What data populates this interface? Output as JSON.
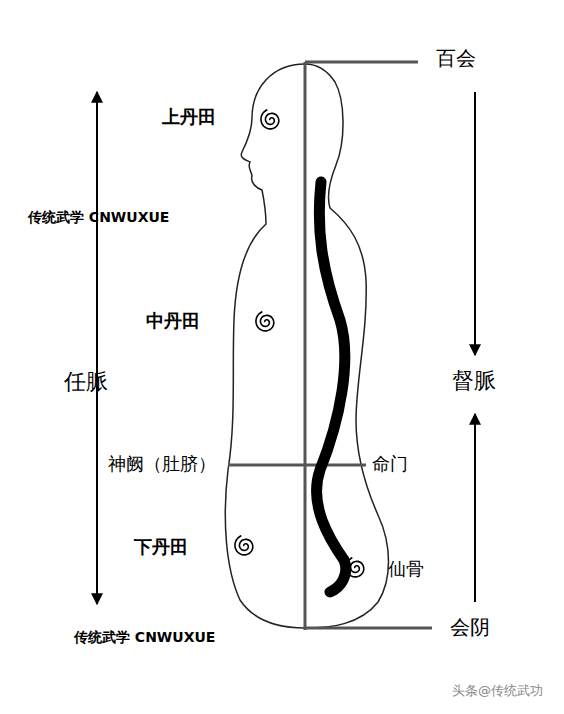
{
  "diagram": {
    "labels": [
      "百会",
      "上丹田",
      "传统武学 CNWUXUE",
      "中丹田",
      "任脈",
      "督脈",
      "神阙（肚脐）",
      "命门",
      "下丹田",
      "仙骨",
      "会阴",
      "传统武学 CNWUXUE",
      "头条@传统武功"
    ]
  }
}
